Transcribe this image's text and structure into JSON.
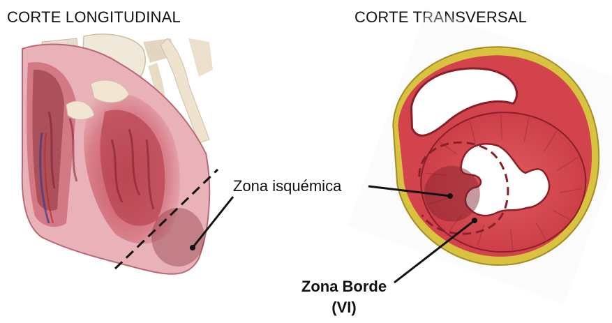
{
  "titles": {
    "left": "CORTE LONGITUDINAL",
    "right": "CORTE TRANSVERSAL"
  },
  "labels": {
    "ischemic_zone": "Zona isquémica",
    "border_zone": "Zona Borde",
    "border_zone_sub": "(VI)"
  },
  "colors": {
    "myocardium": "#d84a4f",
    "myocardium_dark": "#9e2a34",
    "pericardium_fat": "#d9c240",
    "ischemic_overlay": "#8a2a2a",
    "heart_tissue_light": "#e9b7bd",
    "vessel": "#efe3d0"
  }
}
